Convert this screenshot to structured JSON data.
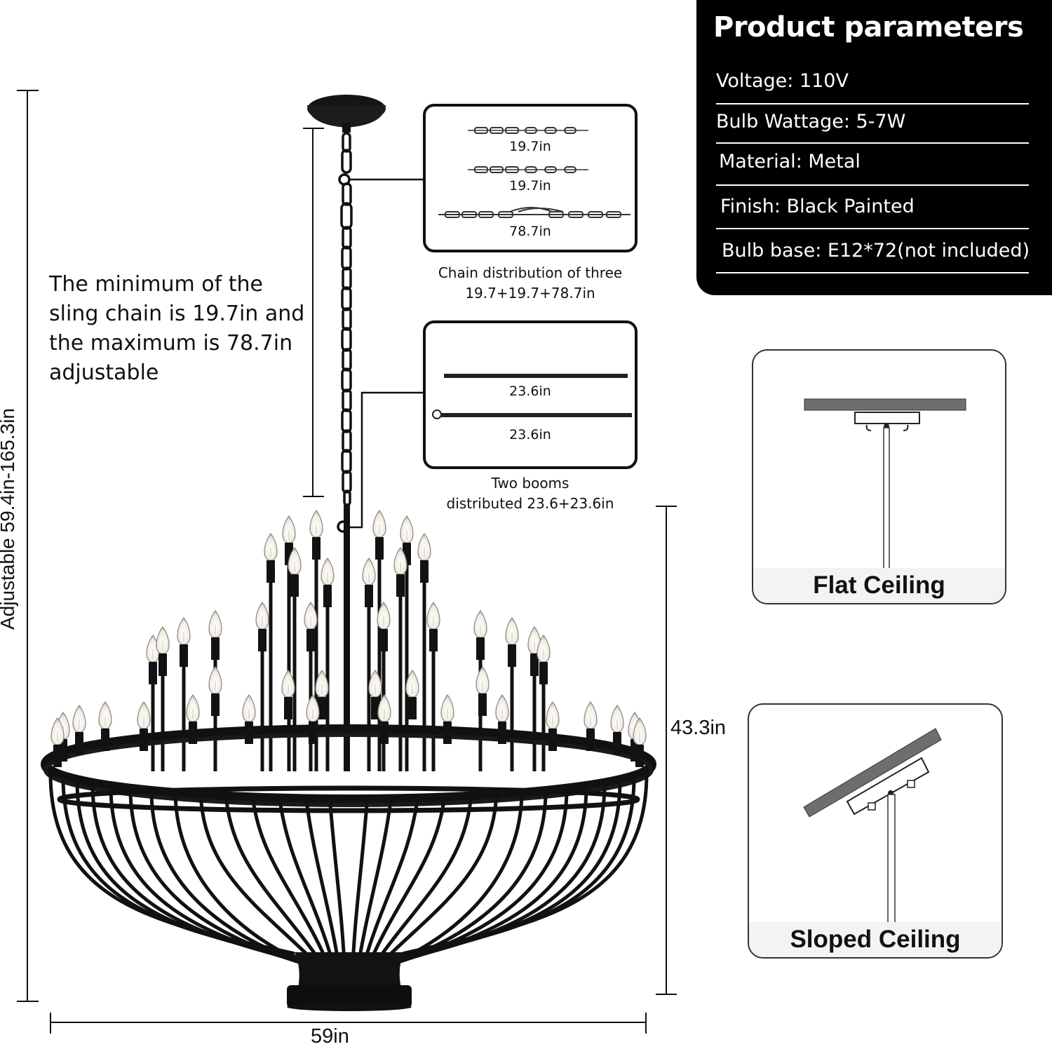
{
  "params": {
    "title": "Product parameters",
    "rows": [
      {
        "label": "Voltage: 110V"
      },
      {
        "label": "Bulb Wattage: 5-7W"
      },
      {
        "label": "Material: Metal"
      },
      {
        "label": "Finish: Black Painted"
      },
      {
        "label": "Bulb base: E12*72(not included)"
      }
    ],
    "bg_color": "#000000",
    "text_color": "#ffffff"
  },
  "chain_box": {
    "items": [
      {
        "length": "19.7in"
      },
      {
        "length": "19.7in"
      },
      {
        "length": "78.7in"
      }
    ],
    "caption_line1": "Chain distribution of three",
    "caption_line2": "19.7+19.7+78.7in"
  },
  "boom_box": {
    "items": [
      {
        "length": "23.6in"
      },
      {
        "length": "23.6in"
      }
    ],
    "caption_line1": "Two booms",
    "caption_line2": "distributed 23.6+23.6in"
  },
  "chain_note": "The minimum of the sling chain is 19.7in and the maximum is 78.7in adjustable",
  "dimensions": {
    "overall_height": "Adjustable 59.4in-165.3in",
    "body_height": "43.3in",
    "width": "59in"
  },
  "ceiling_types": [
    {
      "label": "Flat Ceiling",
      "icon": "flat-ceiling-icon"
    },
    {
      "label": "Sloped Ceiling",
      "icon": "sloped-ceiling-icon"
    }
  ],
  "product": {
    "name": "chandelier",
    "finish_color": "#111111",
    "bulb_color": "#f3efe6"
  }
}
